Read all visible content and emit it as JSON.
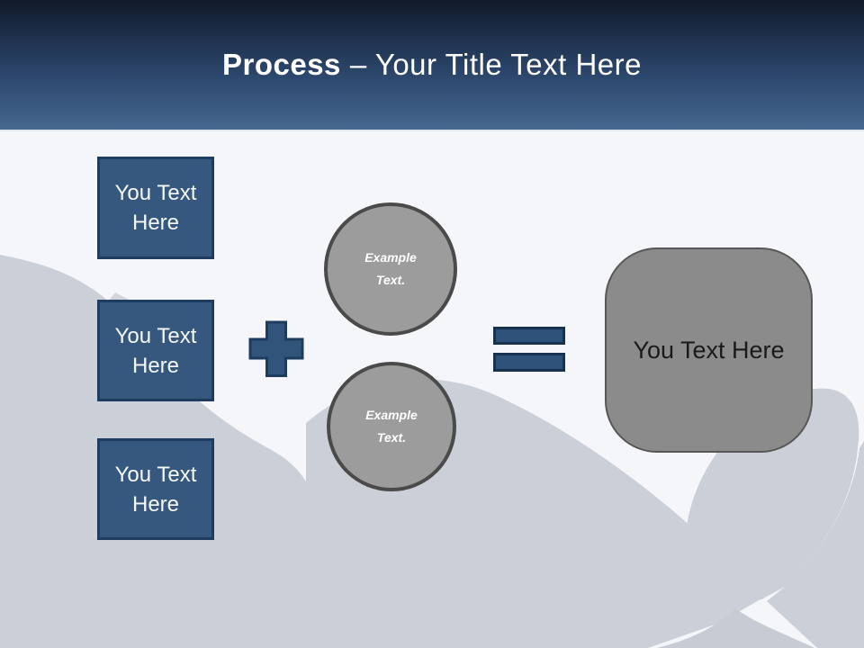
{
  "slide": {
    "title": {
      "emphasis": "Process",
      "rest": "– Your Title Text Here"
    },
    "input_boxes": [
      {
        "lines": [
          "You Text",
          "Here"
        ]
      },
      {
        "lines": [
          "You Text",
          "Here"
        ]
      },
      {
        "lines": [
          "You Text",
          "Here"
        ]
      }
    ],
    "example_circles": [
      {
        "lines": [
          "Example",
          "Text."
        ]
      },
      {
        "lines": [
          "Example",
          "Text."
        ]
      }
    ],
    "result_box": {
      "label": "You Text Here"
    },
    "operators": {
      "plus": "plus-icon",
      "equals": "equals-icon"
    },
    "colors": {
      "header_top": "#101a29",
      "header_bottom": "#46678f",
      "accent_blue": "#36587e",
      "accent_blue_border": "#1e3c60",
      "circle_gray": "#9c9c9c",
      "circle_border_gray": "#4a4a4a",
      "result_gray": "#8b8b8b",
      "body_background": "#f4f6fa",
      "silhouette_gray": "#cbcfd7"
    }
  }
}
